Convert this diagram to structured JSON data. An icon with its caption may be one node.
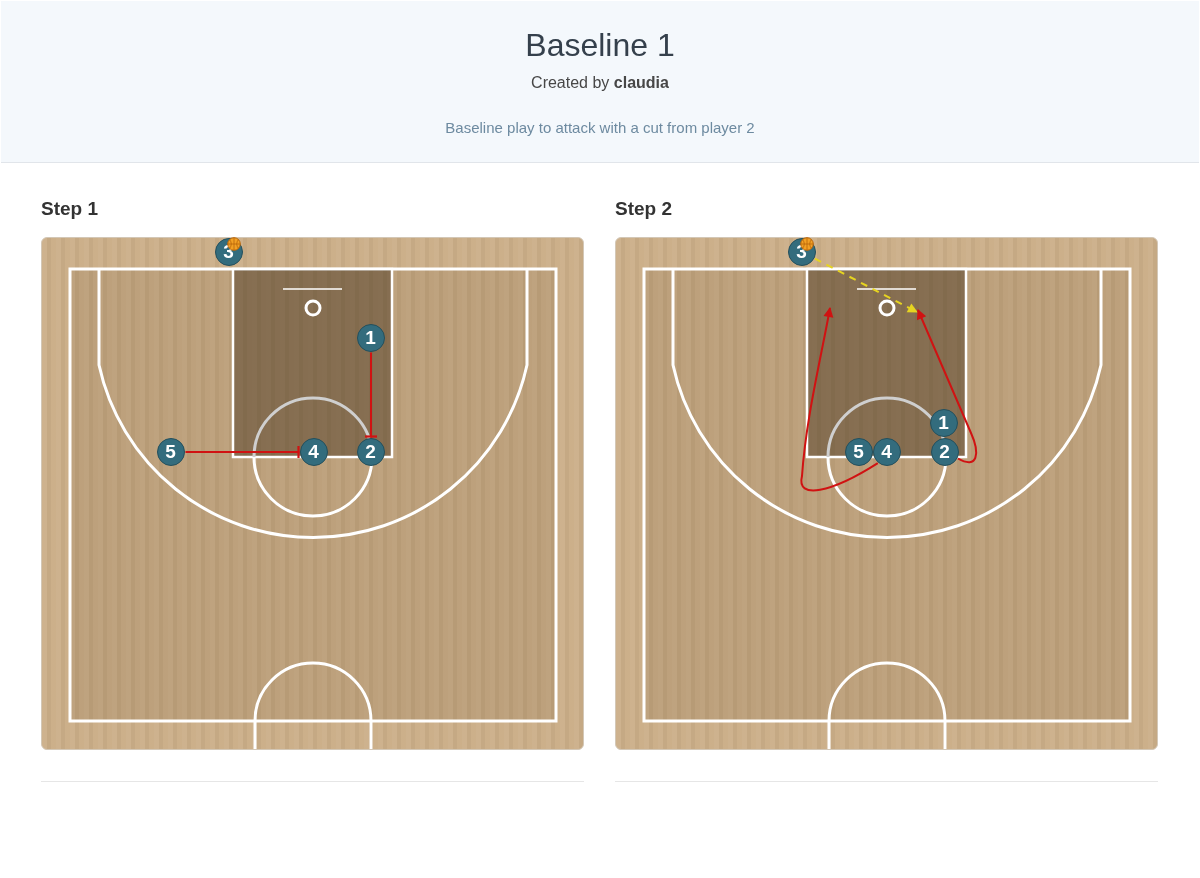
{
  "diagram": {
    "title": "Baseline 1",
    "nodes": [
      {
        "text": [
          "Step 1"
        ]
      },
      {
        "text": [
          "3"
        ],
        "in": 0
      },
      {
        "text": [
          "1"
        ],
        "in": 0
      },
      {
        "text": [
          "5"
        ],
        "in": 0
      },
      {
        "text": [
          "4"
        ],
        "in": 0
      },
      {
        "text": [
          "2"
        ],
        "in": 0
      },
      {
        "text": [
          "Step 2"
        ]
      },
      {
        "text": [
          "3"
        ],
        "in": 6
      },
      {
        "text": [
          "1"
        ],
        "in": 6
      },
      {
        "text": [
          "5"
        ],
        "in": 6
      },
      {
        "text": [
          "4"
        ],
        "in": 6
      },
      {
        "text": [
          "2"
        ],
        "in": 6
      }
    ],
    "edges": [
      {
        "from": 2,
        "to": 5,
        "arrow": "other"
      },
      {
        "from": 3,
        "to": 4,
        "arrow": "other"
      },
      {
        "from": 7,
        "to": null,
        "arrow": "to",
        "style": "dashed",
        "color": "#e6d420"
      },
      {
        "from": 10,
        "to": null,
        "arrow": "to"
      },
      {
        "from": 11,
        "to": null,
        "arrow": "to"
      }
    ],
    "labels": [
      "Created by **claudia**",
      "Baseline play to attack with a cut from player 2"
    ]
  }
}
